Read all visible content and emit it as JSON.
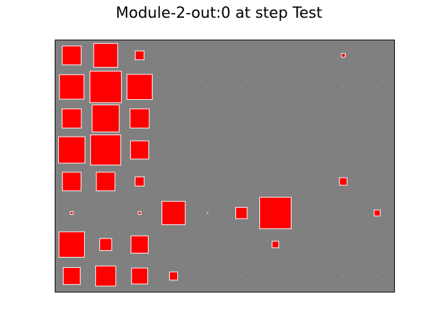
{
  "chart_data": {
    "type": "heatmap",
    "title": "Module-2-out:0 at step Test",
    "style": "hinton",
    "xlabel": "",
    "ylabel": "",
    "xticks": "none",
    "yticks": "none",
    "grid": false,
    "legend": "none",
    "colors": {
      "background": "#808080",
      "positive": "#ff0000",
      "edge": "#ffffff",
      "frame": "#000000"
    },
    "n_rows": 8,
    "n_cols": 10,
    "matrix": [
      [
        0.6,
        0.76,
        0.28,
        0.0,
        0.0,
        0.0,
        0.0,
        0.0,
        0.12,
        0.0
      ],
      [
        0.78,
        1.0,
        0.8,
        0.01,
        0.01,
        0.01,
        0.01,
        0.01,
        0.01,
        0.01
      ],
      [
        0.61,
        0.86,
        0.61,
        0.0,
        0.0,
        0.0,
        0.0,
        0.0,
        0.0,
        0.0
      ],
      [
        0.84,
        0.96,
        0.58,
        0.0,
        0.0,
        0.0,
        0.0,
        0.0,
        0.0,
        0.0
      ],
      [
        0.59,
        0.59,
        0.29,
        0.01,
        0.01,
        0.01,
        0.01,
        0.01,
        0.24,
        0.01
      ],
      [
        0.09,
        0.0,
        0.09,
        0.74,
        0.05,
        0.36,
        1.0,
        0.0,
        0.0,
        0.19
      ],
      [
        0.81,
        0.38,
        0.55,
        0.0,
        0.0,
        0.0,
        0.21,
        0.0,
        0.0,
        0.0
      ],
      [
        0.54,
        0.64,
        0.51,
        0.26,
        0.01,
        0.01,
        0.01,
        0.01,
        0.01,
        0.01
      ]
    ]
  }
}
